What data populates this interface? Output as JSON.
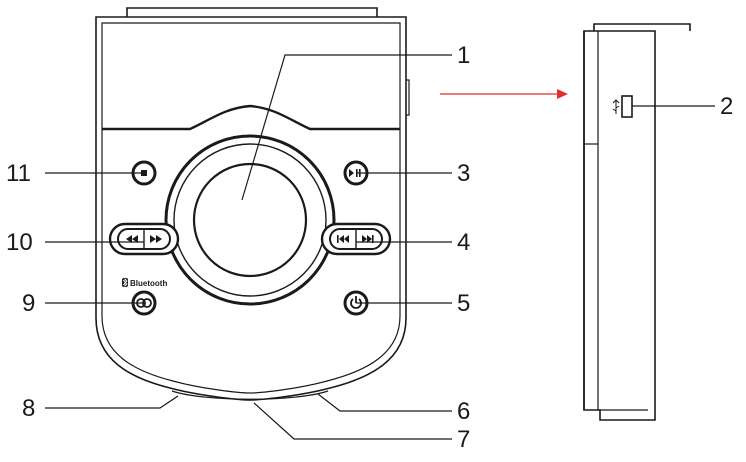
{
  "callouts": [
    {
      "id": "1",
      "label": "1"
    },
    {
      "id": "2",
      "label": "2"
    },
    {
      "id": "3",
      "label": "3"
    },
    {
      "id": "4",
      "label": "4"
    },
    {
      "id": "5",
      "label": "5"
    },
    {
      "id": "6",
      "label": "6"
    },
    {
      "id": "7",
      "label": "7"
    },
    {
      "id": "8",
      "label": "8"
    },
    {
      "id": "9",
      "label": "9"
    },
    {
      "id": "10",
      "label": "10"
    },
    {
      "id": "11",
      "label": "11"
    }
  ],
  "device": {
    "bluetooth_label": "Bluetooth",
    "bluetooth_icon": "bluetooth-icon",
    "stop_icon": "stop-icon",
    "play_pause_icon": "play-pause-icon",
    "skip_icon": "skip-track-icon",
    "seek_icon": "seek-icon",
    "power_icon": "power-icon",
    "usb_icon": "usb-icon"
  },
  "colors": {
    "line": "#1a1a1a",
    "arrow": "#e03030"
  }
}
